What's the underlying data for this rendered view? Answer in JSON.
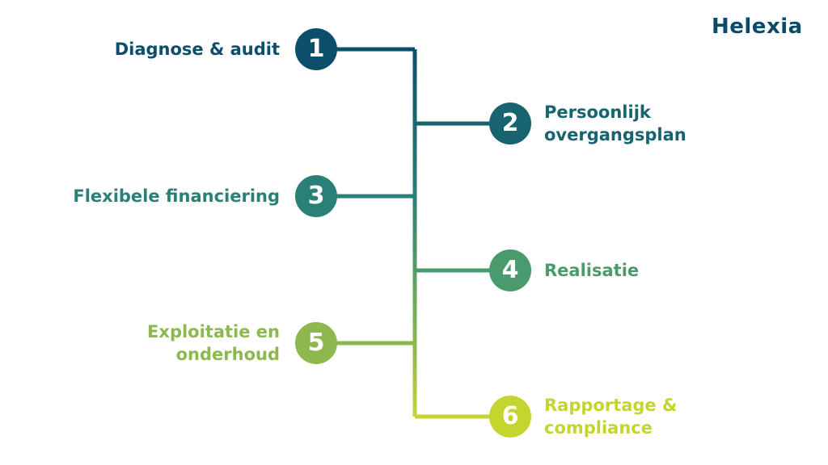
{
  "logo": {
    "text": "Helexia",
    "color": "#0c4a6b",
    "accent": "#9ccc2a"
  },
  "steps": [
    {
      "number": "1",
      "label": "Diagnose & audit",
      "color": "#0b4f6c"
    },
    {
      "number": "2",
      "label": "Persoonlijk\novergangsplan",
      "color": "#17636f"
    },
    {
      "number": "3",
      "label": "Flexibele financiering",
      "color": "#2a7f76"
    },
    {
      "number": "4",
      "label": "Realisatie",
      "color": "#4a9a6e"
    },
    {
      "number": "5",
      "label": "Exploitatie en\nonderhoud",
      "color": "#8cb84f"
    },
    {
      "number": "6",
      "label": "Rapportage &\ncompliance",
      "color": "#c4d52f"
    }
  ]
}
